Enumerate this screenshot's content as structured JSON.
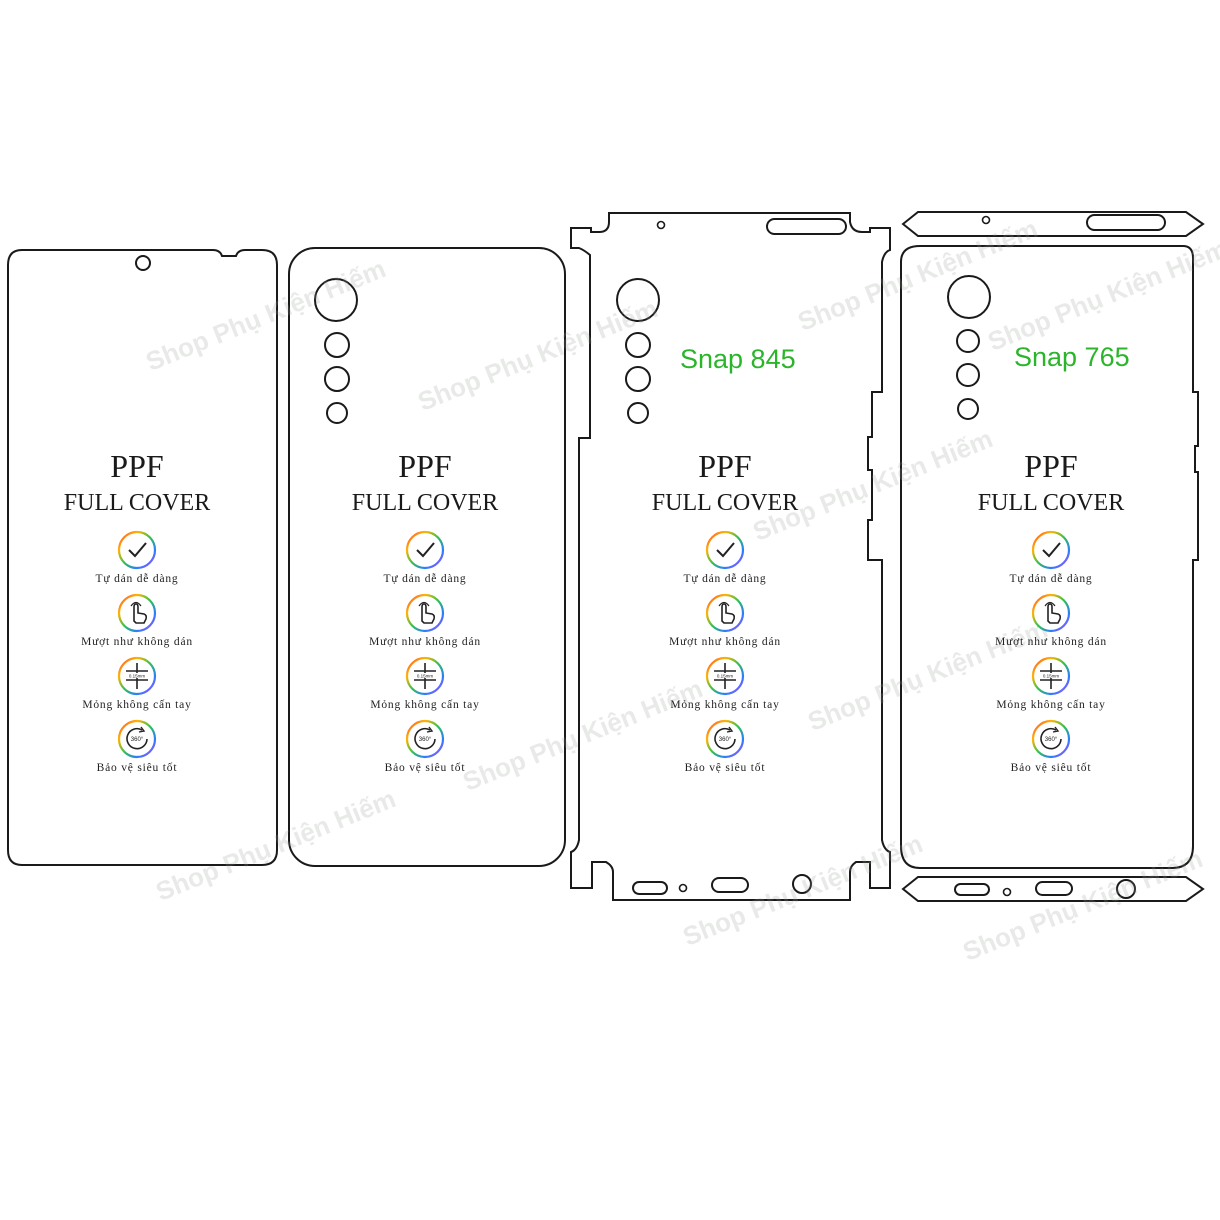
{
  "watermark": "Shop Phụ Kiện Hiếm",
  "panels": [
    {
      "ppf": "PPF",
      "full_cover": "FULL COVER",
      "snap": ""
    },
    {
      "ppf": "PPF",
      "full_cover": "FULL COVER",
      "snap": ""
    },
    {
      "ppf": "PPF",
      "full_cover": "FULL COVER",
      "snap": "Snap 845"
    },
    {
      "ppf": "PPF",
      "full_cover": "FULL COVER",
      "snap": "Snap 765"
    }
  ],
  "features": [
    {
      "icon": "check-icon",
      "label": "Tự dán dễ dàng"
    },
    {
      "icon": "touch-hand-icon",
      "label": "Mượt như không dán"
    },
    {
      "icon": "thickness-icon",
      "label": "Mỏng không cấn tay",
      "icon_text": "0.15mm"
    },
    {
      "icon": "rotate-360-icon",
      "label": "Bảo vệ siêu tốt",
      "icon_text": "360°"
    }
  ],
  "colors": {
    "accent": "#2bb52b",
    "outline": "#1a1a1a"
  }
}
